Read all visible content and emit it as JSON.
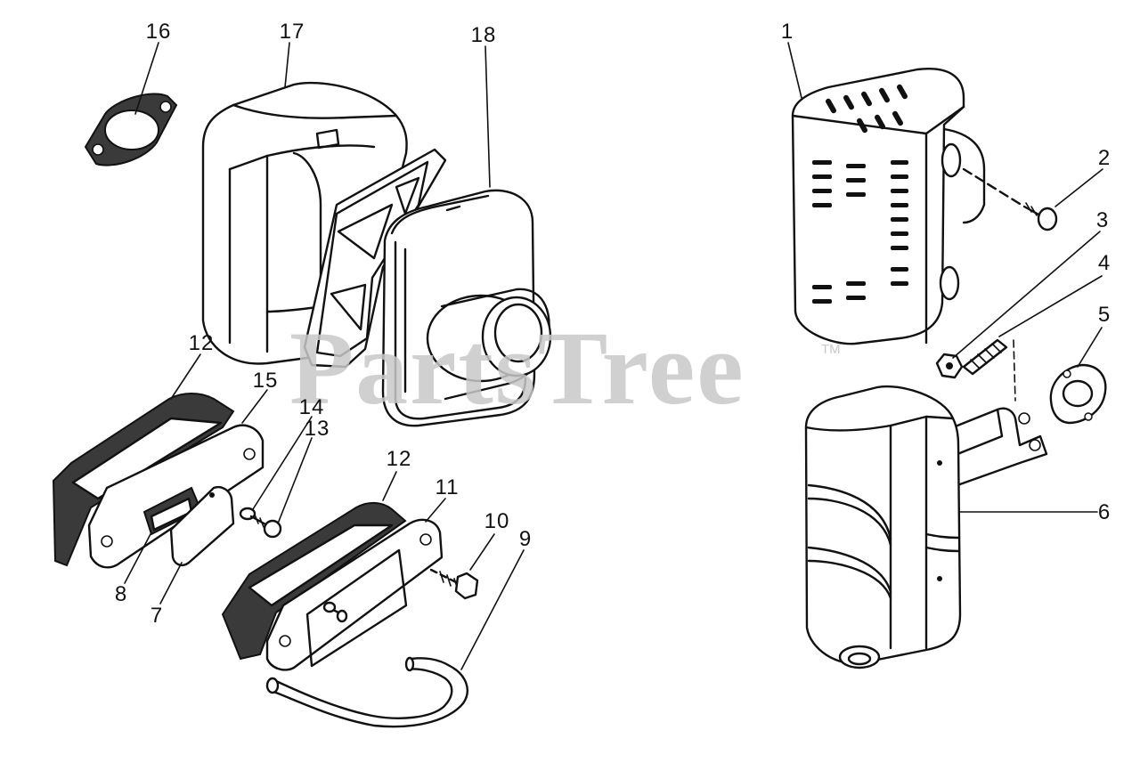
{
  "diagram": {
    "watermark": "PartsTree",
    "trademark": "TM",
    "callouts": [
      {
        "id": "c16",
        "text": "16"
      },
      {
        "id": "c17",
        "text": "17"
      },
      {
        "id": "c18",
        "text": "18"
      },
      {
        "id": "c1",
        "text": "1"
      },
      {
        "id": "c2",
        "text": "2"
      },
      {
        "id": "c3",
        "text": "3"
      },
      {
        "id": "c4",
        "text": "4"
      },
      {
        "id": "c5",
        "text": "5"
      },
      {
        "id": "c6",
        "text": "6"
      },
      {
        "id": "c12a",
        "text": "12"
      },
      {
        "id": "c15",
        "text": "15"
      },
      {
        "id": "c14",
        "text": "14"
      },
      {
        "id": "c13",
        "text": "13"
      },
      {
        "id": "c12b",
        "text": "12"
      },
      {
        "id": "c11",
        "text": "11"
      },
      {
        "id": "c10",
        "text": "10"
      },
      {
        "id": "c9",
        "text": "9"
      },
      {
        "id": "c8",
        "text": "8"
      },
      {
        "id": "c7",
        "text": "7"
      }
    ]
  }
}
